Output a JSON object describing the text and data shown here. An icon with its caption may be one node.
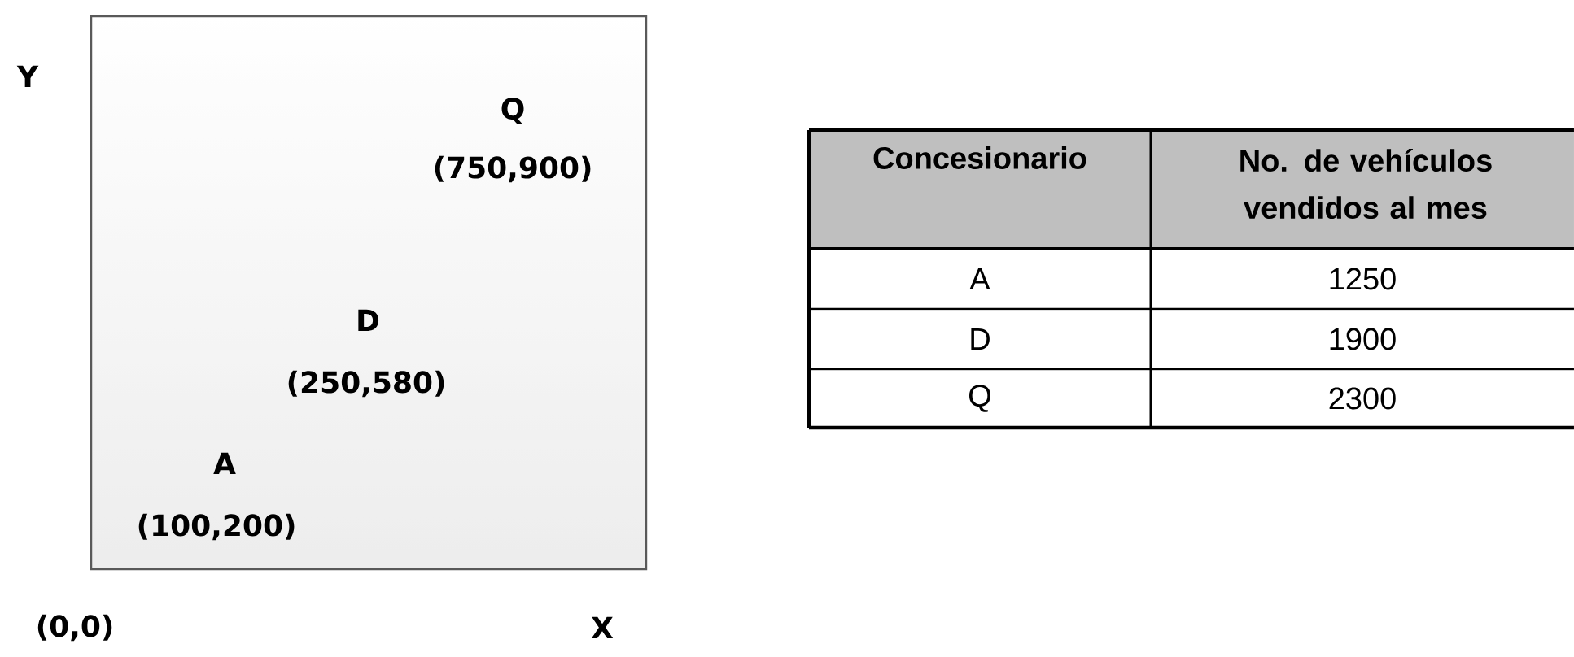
{
  "diagram": {
    "labels": [
      "Y",
      "Q",
      "(750,900)",
      "D",
      "(250,580)",
      "A",
      "(100,200)",
      "(0,0)",
      "X",
      "Concesionario",
      "No. de vehículos vendidos al mes",
      "A",
      "1250",
      "D",
      "1900",
      "Q",
      "2300"
    ]
  }
}
